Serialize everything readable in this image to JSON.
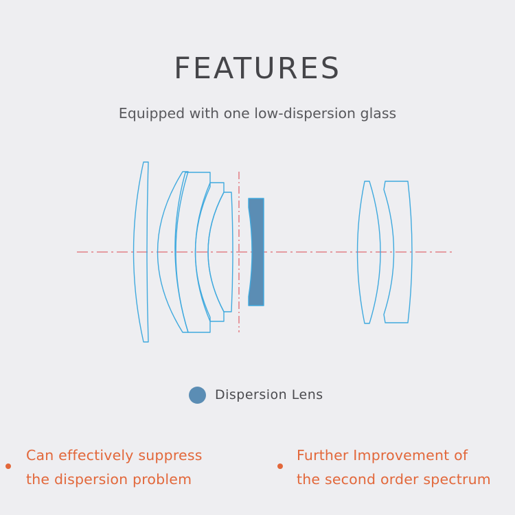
{
  "header": {
    "title": "FEATURES",
    "subtitle": "Equipped with one low-dispersion glass"
  },
  "legend": {
    "label": "Dispersion Lens",
    "color": "#5b8db4"
  },
  "features": [
    {
      "line1": "Can effectively suppress",
      "line2": "the dispersion problem"
    },
    {
      "line1": "Further Improvement of",
      "line2": "the second order spectrum"
    }
  ],
  "colors": {
    "background": "#eeeef1",
    "lens_outline": "#3fa9de",
    "dispersion_fill": "#5b8db4",
    "axis_line": "#e06a72",
    "accent": "#e2673a"
  }
}
